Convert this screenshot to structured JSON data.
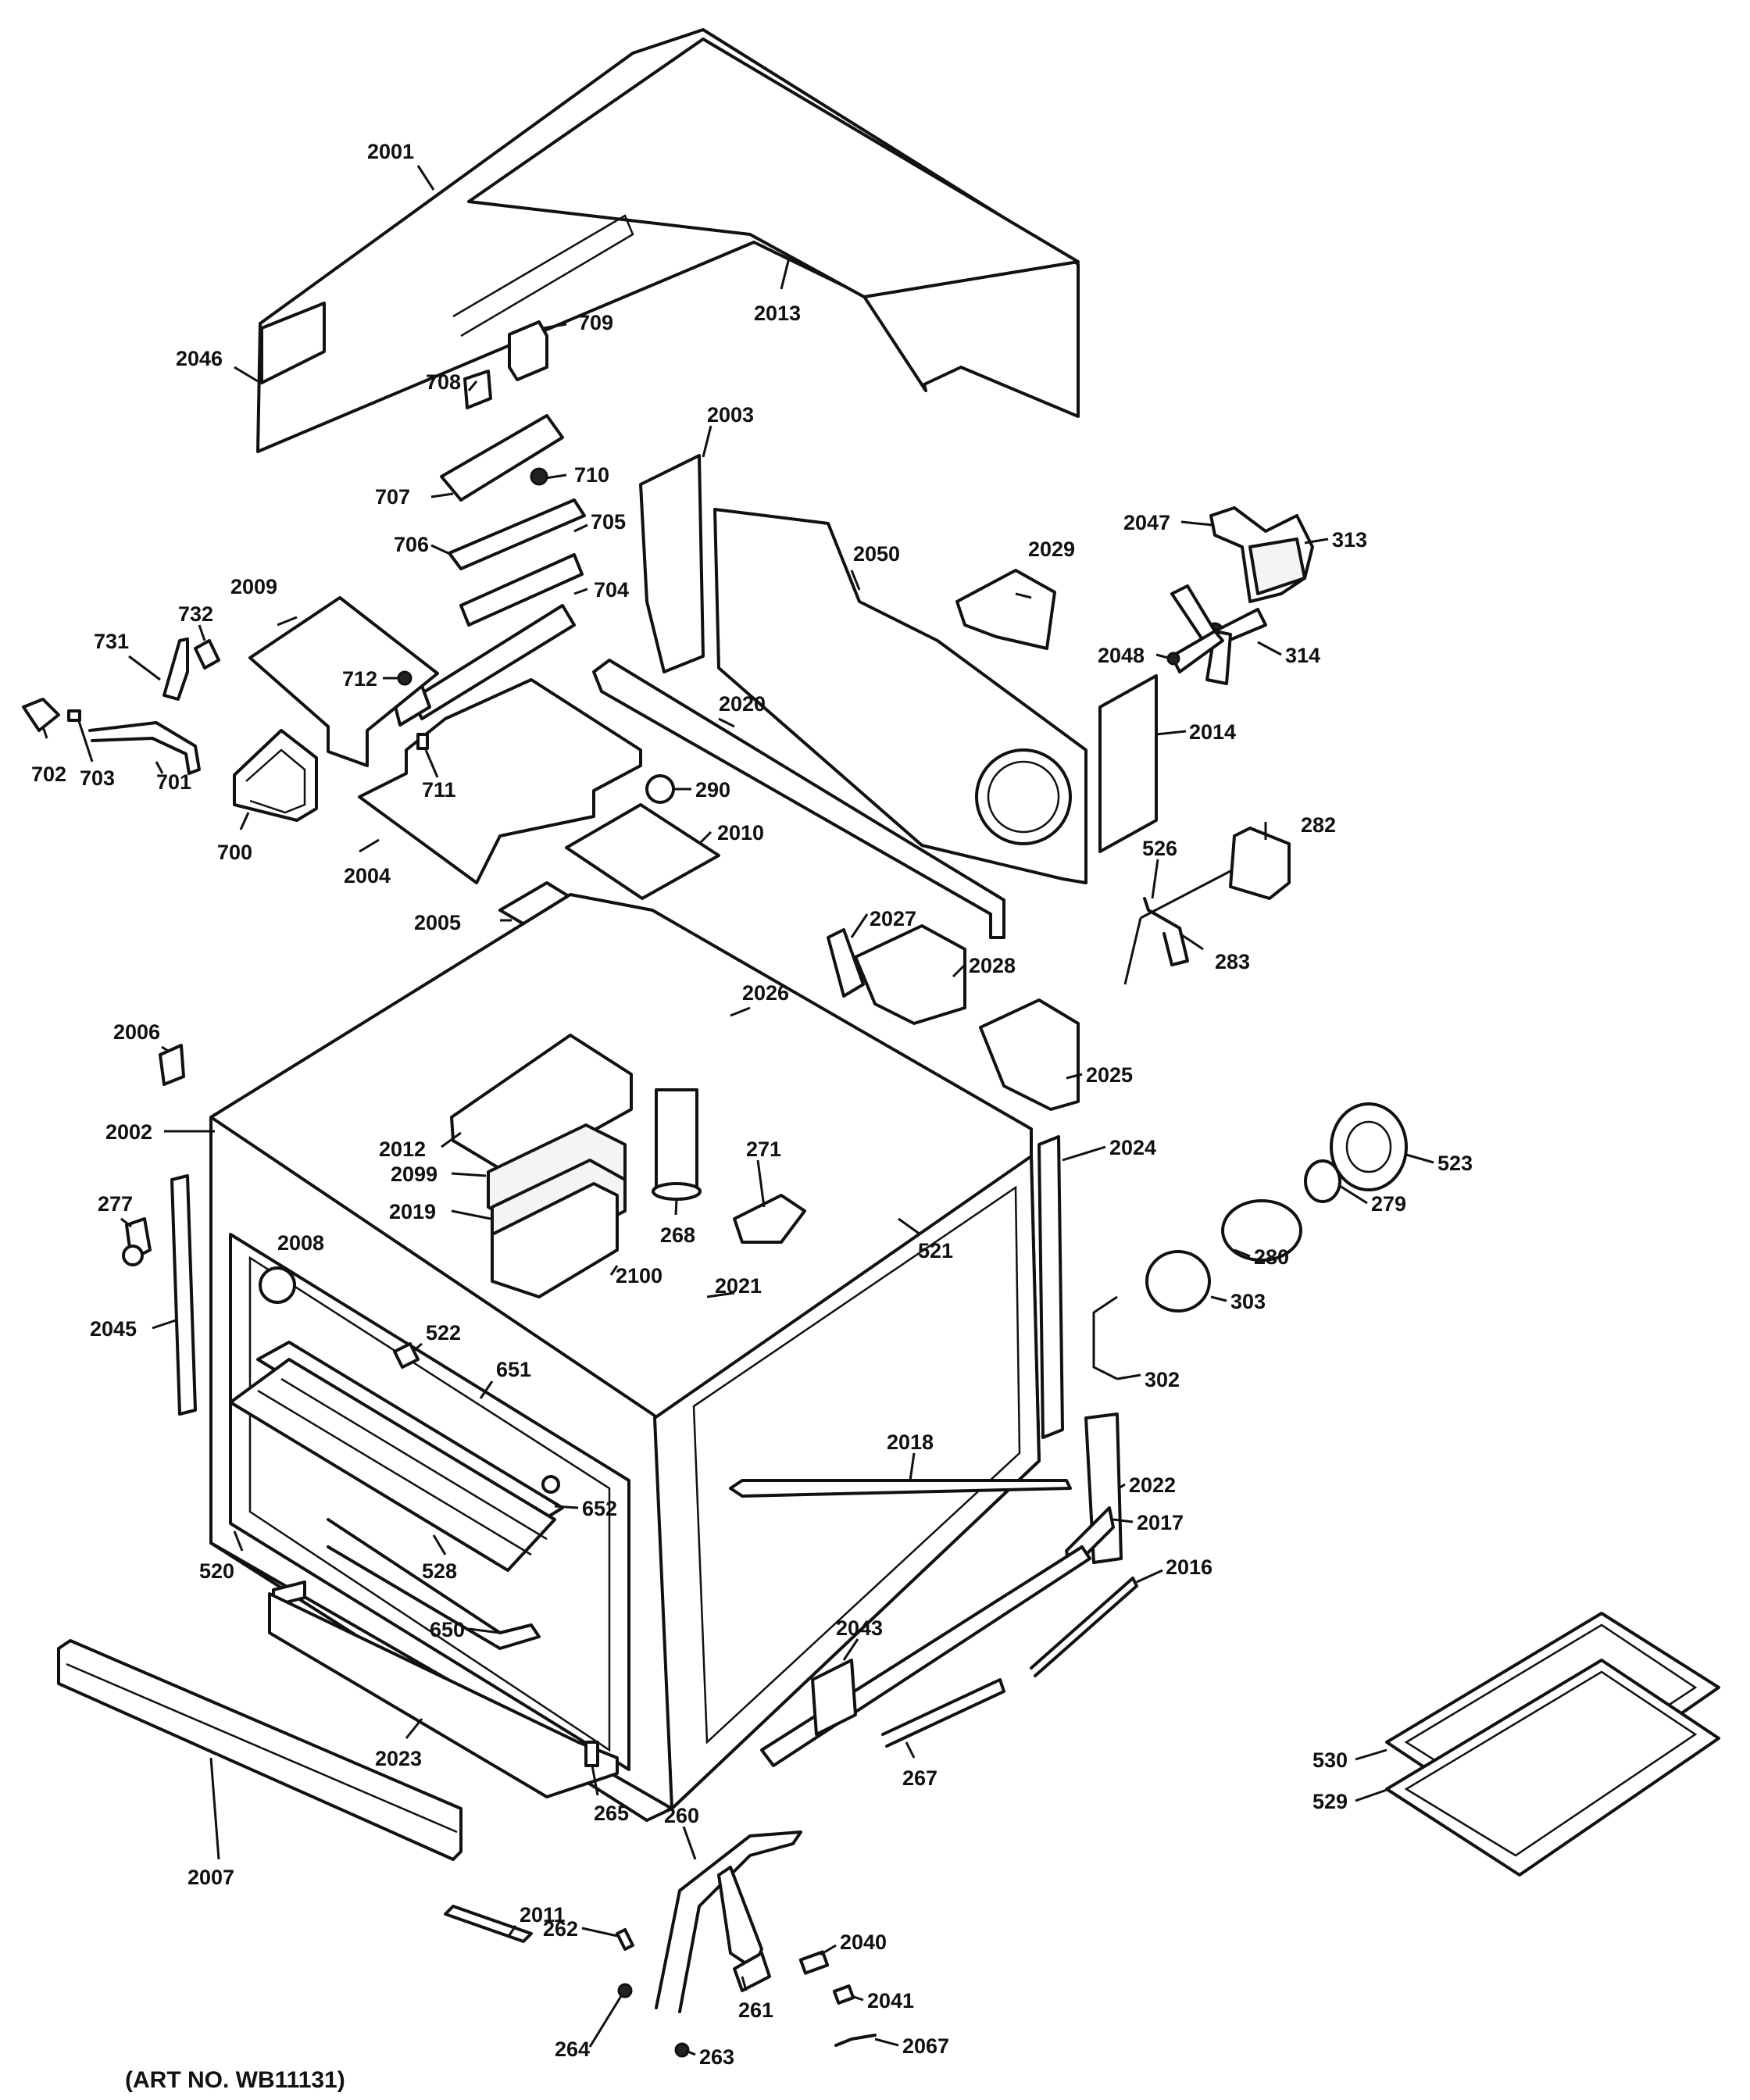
{
  "diagram": {
    "art_number": "(ART NO. WB11131)",
    "callouts": [
      "2001",
      "2013",
      "2046",
      "709",
      "708",
      "710",
      "707",
      "706",
      "705",
      "704",
      "2003",
      "2050",
      "2029",
      "2047",
      "313",
      "2048",
      "314",
      "2014",
      "2009",
      "732",
      "731",
      "712",
      "702",
      "703",
      "701",
      "711",
      "700",
      "2004",
      "2020",
      "290",
      "2010",
      "282",
      "526",
      "283",
      "2005",
      "2027",
      "2028",
      "2026",
      "2025",
      "2006",
      "2002",
      "2012",
      "2099",
      "2019",
      "271",
      "2024",
      "523",
      "277",
      "2008",
      "268",
      "521",
      "279",
      "2100",
      "280",
      "303",
      "2045",
      "522",
      "2021",
      "651",
      "302",
      "2018",
      "2022",
      "652",
      "2017",
      "520",
      "528",
      "2016",
      "650",
      "2043",
      "530",
      "2023",
      "529",
      "265",
      "267",
      "260",
      "2007",
      "262",
      "2011",
      "2040",
      "261",
      "2041",
      "264",
      "263",
      "2067"
    ]
  }
}
